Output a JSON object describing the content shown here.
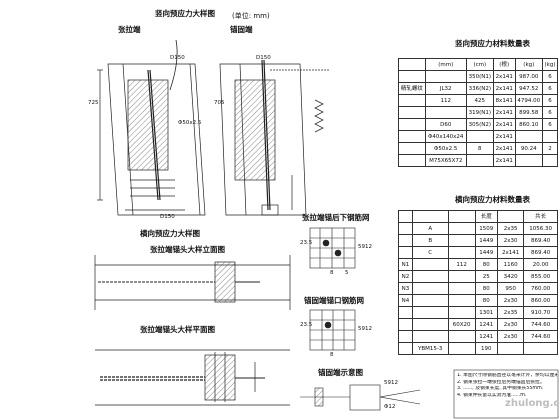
{
  "drawing": {
    "vertical": {
      "title": "竖向预应力大样图",
      "unit": "(单位: mm)",
      "left_label": "张拉端",
      "right_label": "锚固端",
      "dims": [
        "D150",
        "D150",
        "Φ50x2.5",
        "725",
        "705",
        "D150"
      ]
    },
    "horizontal": {
      "title": "横向预应力大样图",
      "elev_title": "张拉端锚头大样立面图",
      "plan_title": "张拉端锚头大样平面图"
    },
    "rebar": {
      "t1": "张拉端锚后下钢筋网",
      "t2": "锚固端锚口钢筋网",
      "t3": "锚固端示意图",
      "d1": [
        "23.5",
        "8",
        "5",
        "5912"
      ],
      "d2": [
        "23.5",
        "8",
        "5912"
      ],
      "d3": [
        "5912",
        "Φ12"
      ]
    }
  },
  "table1": {
    "title": "竖向预应力材料数量表",
    "header": [
      "",
      "(mm)",
      "(cm)",
      "(根)",
      "(kg)",
      "(kg)"
    ],
    "rows": [
      [
        "",
        "",
        "350(N1)",
        "2x141",
        "987.00",
        "6"
      ],
      [
        "精轧螺纹",
        "JL32",
        "336(N2)",
        "2x141",
        "947.52",
        "6"
      ],
      [
        "",
        "112",
        "425",
        "8x141",
        "4794.00",
        "6"
      ],
      [
        "",
        "",
        "319(N1)",
        "2x141",
        "899.58",
        "6"
      ],
      [
        "",
        "D60",
        "305(N2)",
        "2x141",
        "860.10",
        "6"
      ],
      [
        "",
        "Φ40x140x24",
        "",
        "2x141",
        "",
        ""
      ],
      [
        "",
        "Φ50x2.5",
        "8",
        "2x141",
        "90.24",
        "2"
      ],
      [
        "",
        "M75X65X72",
        "",
        "2x141",
        "",
        ""
      ]
    ]
  },
  "table2": {
    "title": "横向预应力材料数量表",
    "header": [
      "",
      "",
      "",
      "长度",
      "",
      "共长"
    ],
    "rows": [
      [
        "",
        "A",
        "",
        "1509",
        "2x35",
        "1056.30"
      ],
      [
        "",
        "B",
        "",
        "1449",
        "2x30",
        "869.40"
      ],
      [
        "",
        "C",
        "",
        "1449",
        "2x141",
        "869.40"
      ],
      [
        "N1",
        "",
        "112",
        "80",
        "1160",
        "20.00"
      ],
      [
        "N2",
        "",
        "",
        "25",
        "3420",
        "855.00"
      ],
      [
        "N3",
        "",
        "",
        "80",
        "950",
        "760.00"
      ],
      [
        "N4",
        "",
        "",
        "80",
        "2x30",
        "860.00"
      ],
      [
        "",
        "",
        "",
        "1301",
        "2x35",
        "910.70"
      ],
      [
        "",
        "",
        "60X20",
        "1241",
        "2x30",
        "744.60"
      ],
      [
        "",
        "",
        "",
        "1241",
        "2x30",
        "744.60"
      ],
      [
        "",
        "YBM15-3",
        "",
        "190",
        "",
        ""
      ]
    ]
  },
  "notes": {
    "lines": [
      "1. 本图尺寸除钢筋直径以毫米计外，余均以厘米计。",
      "2. 钢束张拉一端张拉后另端锚固后张拉。",
      "3. ......, 及钢束长度, 其中钢束长55mm.",
      "4. 钢束伸长量以实测为准......m."
    ]
  },
  "watermark": "zhulong.com"
}
